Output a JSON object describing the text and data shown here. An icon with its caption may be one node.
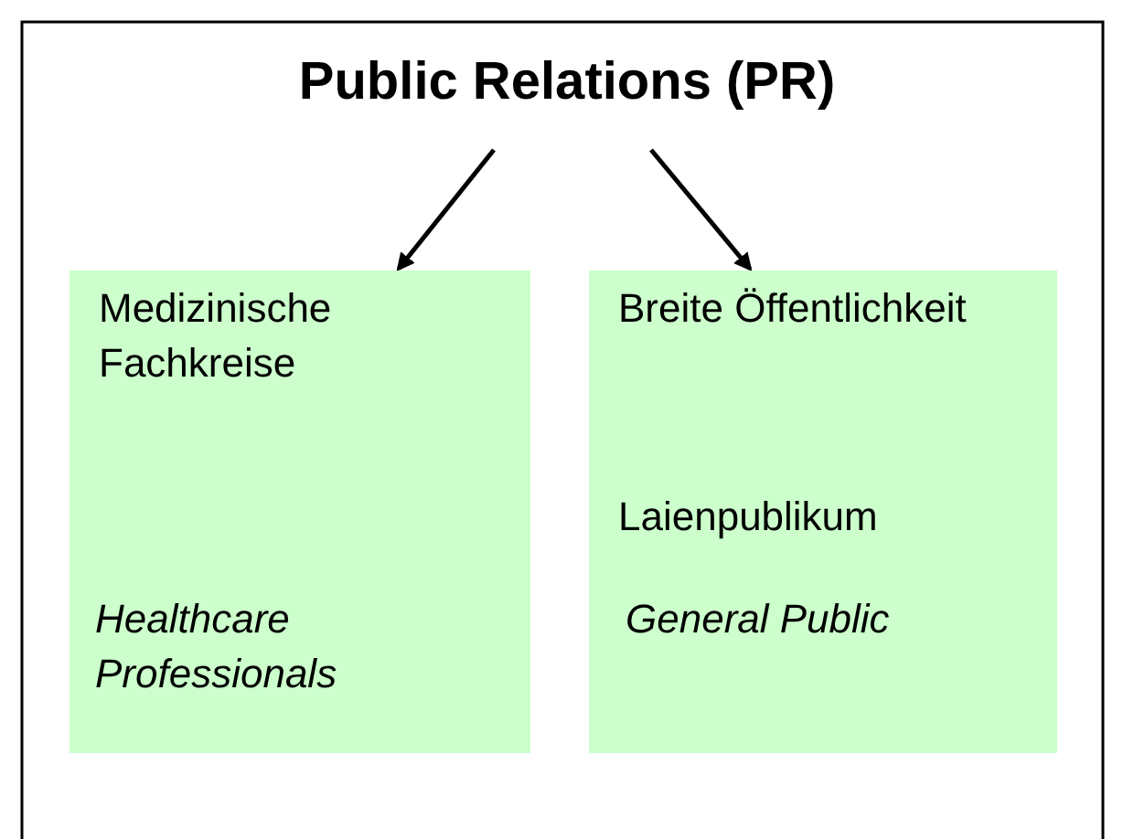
{
  "diagram": {
    "nodes": [
      {
        "text": [
          "Public Relations (PR)"
        ]
      },
      {
        "text": [
          "Medizinische Fachkreise",
          "Healthcare Professionals"
        ]
      },
      {
        "text": [
          "Breite Öffentlichkeit",
          "Laienpublikum",
          "General Public"
        ]
      }
    ],
    "edges": [
      {
        "from": 0,
        "to": 1,
        "arrow": "to"
      },
      {
        "from": 0,
        "to": 2,
        "arrow": "to"
      }
    ]
  }
}
